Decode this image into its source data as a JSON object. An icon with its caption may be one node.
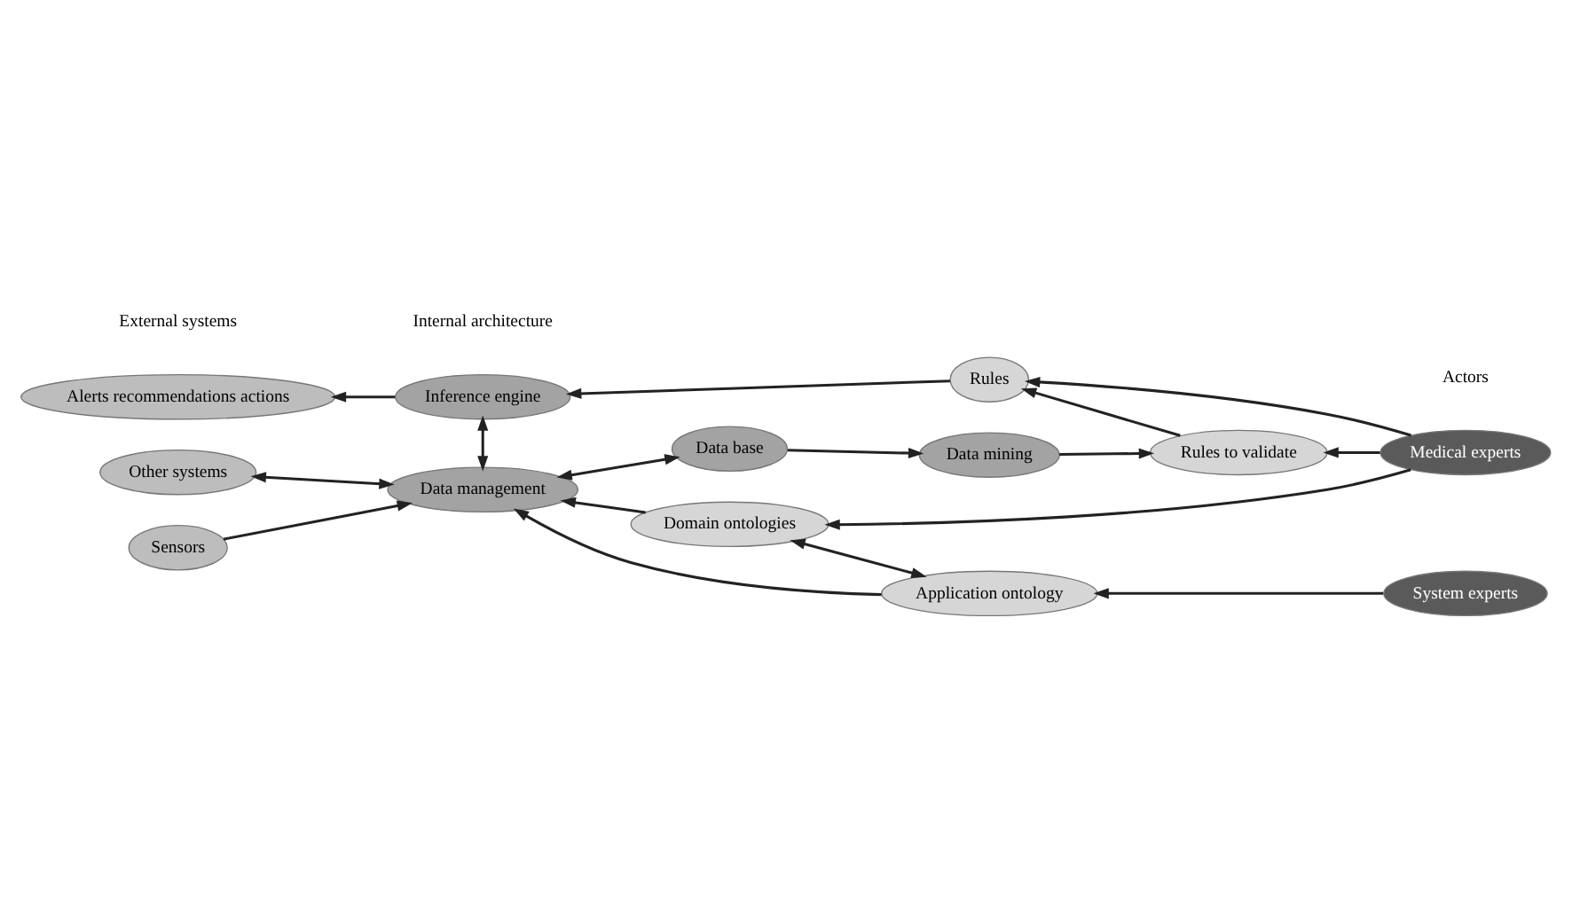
{
  "diagram": {
    "nodes": [
      {
        "text": [
          "Alerts recommendations actions"
        ]
      },
      {
        "text": [
          "Other systems"
        ]
      },
      {
        "text": [
          "Sensors"
        ]
      },
      {
        "text": [
          "Rules"
        ]
      },
      {
        "text": [
          "Inference engine"
        ]
      },
      {
        "text": [
          "Data mining"
        ]
      },
      {
        "text": [
          "Rules to validate"
        ]
      },
      {
        "text": [
          "Data base"
        ]
      },
      {
        "text": [
          "Domain ontologies"
        ]
      },
      {
        "text": [
          "Data management"
        ]
      },
      {
        "text": [
          "Application ontology"
        ]
      },
      {
        "text": [
          "Medical experts"
        ]
      },
      {
        "text": [
          "System experts"
        ]
      }
    ],
    "edges": [
      {
        "from": 4,
        "to": 0,
        "arrow": "to"
      },
      {
        "from": 3,
        "to": 4,
        "arrow": "to"
      },
      {
        "from": 11,
        "to": 3,
        "arrow": "to"
      },
      {
        "from": 11,
        "to": 6,
        "arrow": "to"
      },
      {
        "from": 6,
        "to": 3,
        "arrow": "to"
      },
      {
        "from": 5,
        "to": 6,
        "arrow": "to"
      },
      {
        "from": 7,
        "to": 5,
        "arrow": "to"
      },
      {
        "from": 4,
        "to": 9,
        "arrow": "both"
      },
      {
        "from": 7,
        "to": 9,
        "arrow": "both"
      },
      {
        "from": 1,
        "to": 9,
        "arrow": "both"
      },
      {
        "from": 2,
        "to": 9,
        "arrow": "to"
      },
      {
        "from": 8,
        "to": 9,
        "arrow": "to"
      },
      {
        "from": 8,
        "to": 10,
        "arrow": "both"
      },
      {
        "from": 10,
        "to": 9,
        "arrow": "to"
      },
      {
        "from": 12,
        "to": 10,
        "arrow": "to"
      },
      {
        "from": 11,
        "to": 8,
        "arrow": "to"
      }
    ],
    "labels": [
      "External systems",
      "Internal architecture",
      "Actors"
    ]
  }
}
